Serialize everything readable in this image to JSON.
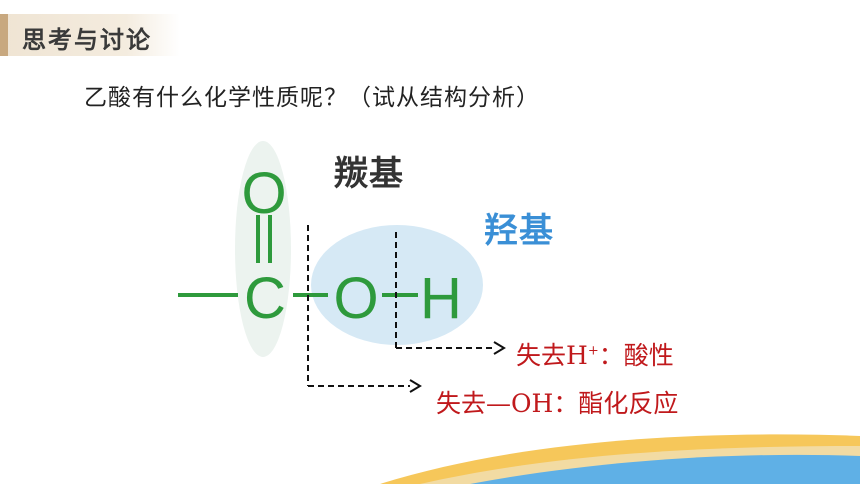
{
  "header": {
    "title": "思考与讨论"
  },
  "question": "乙酸有什么化学性质呢？（试从结构分析）",
  "structure": {
    "atom_o_top": "O",
    "atom_c": "C",
    "atom_o": "O",
    "atom_h": "H",
    "label_carbonyl": "羰基",
    "label_hydroxyl": "羟基"
  },
  "results": [
    {
      "prefix": "失去",
      "group": "H",
      "sup": "+",
      "sep": "：",
      "text": "酸性"
    },
    {
      "prefix": "失去",
      "group": "—OH",
      "sep": "：",
      "text": "酯化反应"
    }
  ],
  "colors": {
    "molecule_green": "#2e9a3c",
    "highlight_blue": "#d6e9f5",
    "result_red": "#c0191c",
    "hydroxyl_blue": "#3a8fd6",
    "header_tan": "#c8a87f"
  }
}
